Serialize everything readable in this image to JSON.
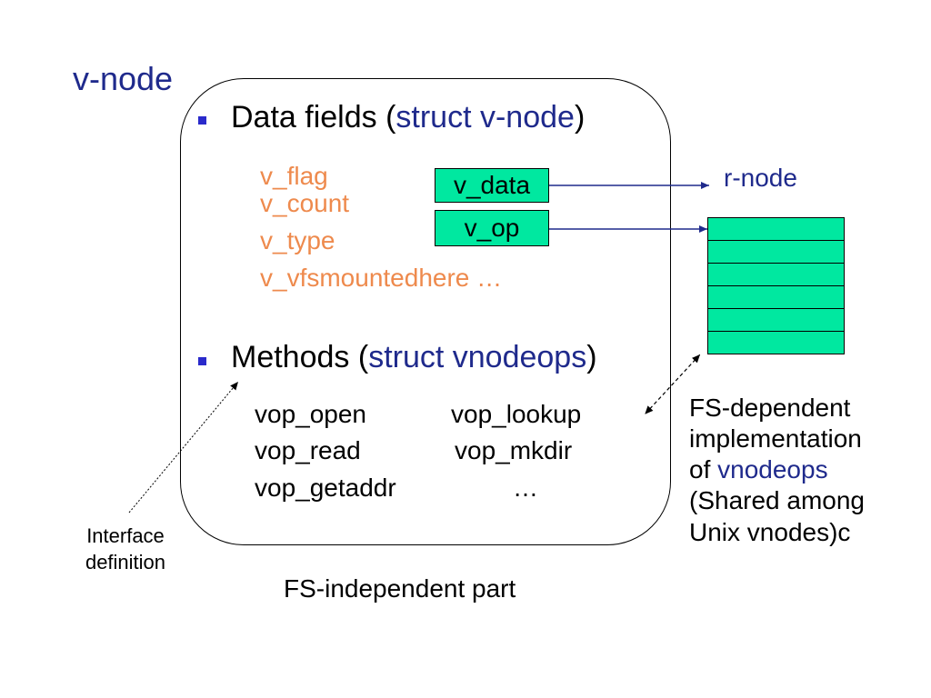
{
  "title": "v-node",
  "data_fields": {
    "label": "Data fields (",
    "struct_kw": "struct",
    "struct_name": "v-node",
    "close": ")",
    "fields": [
      "v_flag",
      "v_count",
      "v_type",
      "v_vfsmountedhere …"
    ]
  },
  "boxes": {
    "v_data": "v_data",
    "v_op": "v_op"
  },
  "rnode_label": "r-node",
  "methods": {
    "label": "Methods (",
    "struct_kw": "struct",
    "struct_name": "vnodeops",
    "close": ")",
    "col1": [
      "vop_open",
      "vop_read",
      "vop_getaddr"
    ],
    "col2": [
      "vop_lookup",
      "vop_mkdir",
      "…"
    ]
  },
  "fs_dependent": {
    "line1": "FS-dependent",
    "line2": "implementation",
    "line3_prefix": "of ",
    "line3_keyword": "vnodeops",
    "line4": "(Shared among",
    "line5": "Unix vnodes)c"
  },
  "interface": {
    "line1": "Interface",
    "line2": "definition"
  },
  "fs_independent": "FS-independent part",
  "colors": {
    "title": "#1f2a8c",
    "field": "#ee8a4d",
    "box_fill": "#00e8a0",
    "bullet": "#2a2acb"
  }
}
